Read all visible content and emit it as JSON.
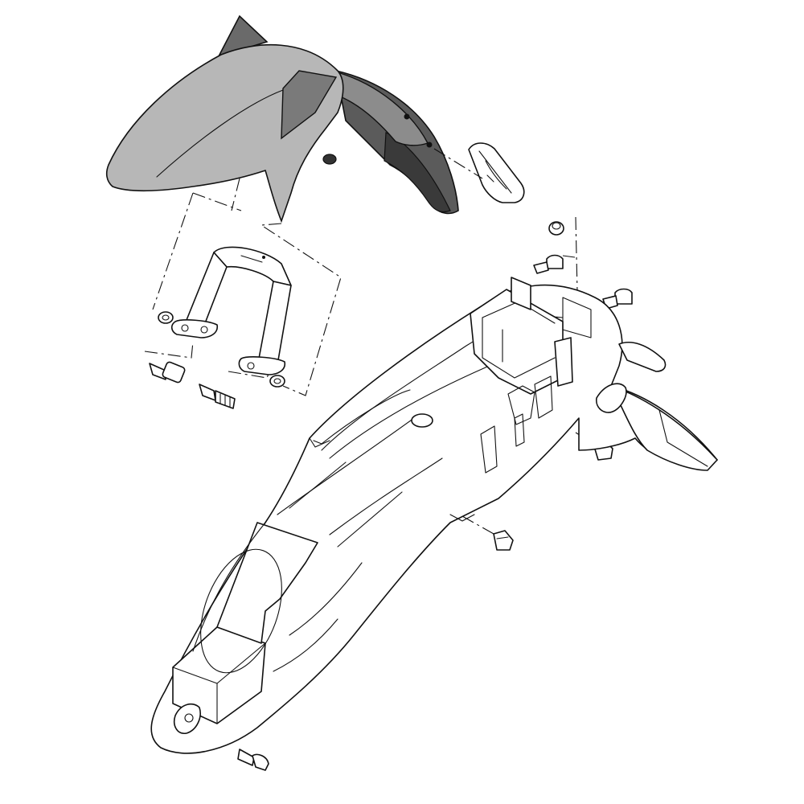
{
  "diagram": {
    "parts": [
      "front-fender",
      "fender-bracket",
      "reflector",
      "rear-fender",
      "bolts",
      "washers",
      "collar",
      "clip-nuts"
    ]
  },
  "colors": {
    "background": "#ffffff",
    "line": "#111111",
    "fender_light": "#b7b7b7",
    "fender_mid": "#8c8c8c",
    "fender_dark": "#5a5a5a",
    "fender_black": "#3a3a3a"
  }
}
